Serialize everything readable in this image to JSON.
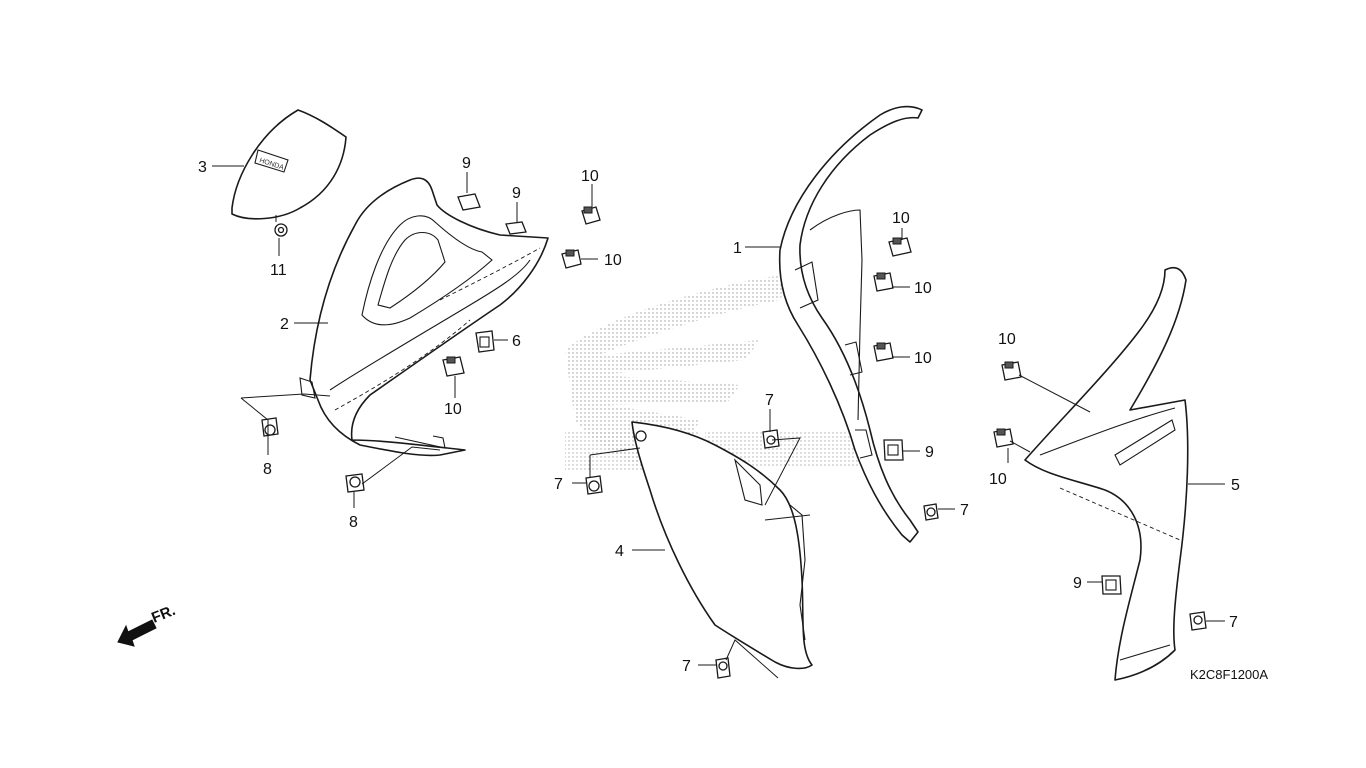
{
  "diagram": {
    "drawing_code": "K2C8F1200A",
    "direction_label": "FR.",
    "emblem_text": "HONDA",
    "callouts": {
      "c3": "3",
      "c11": "11",
      "c2": "2",
      "c8a": "8",
      "c8b": "8",
      "c9a": "9",
      "c9b": "9",
      "c10a": "10",
      "c10b": "10",
      "c6": "6",
      "c10c": "10",
      "c1": "1",
      "c10d": "10",
      "c10e": "10",
      "c10f": "10",
      "c9c": "9",
      "c7a": "7",
      "c7b": "7",
      "c7c": "7",
      "c4": "4",
      "c7d": "7",
      "c10g": "10",
      "c10h": "10",
      "c5": "5",
      "c9d": "9",
      "c7e": "7"
    }
  }
}
